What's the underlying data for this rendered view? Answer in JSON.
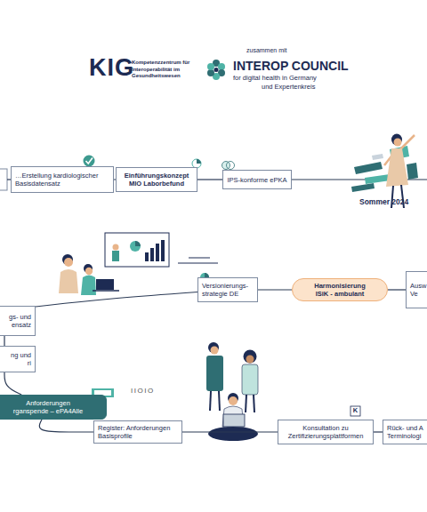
{
  "diagram": {
    "nodes": [
      {
        "text": [
          "…Erstellung kardiologischer Basisdatensatz"
        ]
      },
      {
        "text": [
          "Einführungskonzept MIO Laborbefund"
        ]
      },
      {
        "text": [
          "IPS-konforme ePKA"
        ]
      },
      {
        "text": [
          "Ausw Ve"
        ]
      },
      {
        "text": [
          "Harmonisierung ISiK - ambulant"
        ]
      },
      {
        "text": [
          "Versionierungs- strategie DE"
        ]
      },
      {
        "text": [
          "gs- und ensatz"
        ]
      },
      {
        "text": [
          "ng und ri"
        ]
      },
      {
        "text": [
          "Anforderungen rganspende – ePA4Alle"
        ]
      },
      {
        "text": [
          "Register: Anforderungen Basisprofile"
        ]
      },
      {
        "text": [
          "Konsultation zu Zertifizierungsplattformen"
        ]
      },
      {
        "text": [
          "Rück- und A Terminologi"
        ]
      }
    ],
    "edges": [
      {
        "from": 0,
        "to": 1,
        "arrow": "none"
      },
      {
        "from": 1,
        "to": 2,
        "arrow": "none"
      },
      {
        "from": 3,
        "to": 4,
        "arrow": "none"
      },
      {
        "from": 4,
        "to": 5,
        "arrow": "none"
      },
      {
        "from": 5,
        "to": 6,
        "arrow": "none"
      },
      {
        "from": 6,
        "to": 7,
        "arrow": "none"
      },
      {
        "from": 7,
        "to": 8,
        "arrow": "none"
      },
      {
        "from": 8,
        "to": 9,
        "arrow": "none"
      },
      {
        "from": 9,
        "to": 10,
        "arrow": "none"
      },
      {
        "from": 10,
        "to": 11,
        "arrow": "none"
      }
    ],
    "labels": [
      "KIG",
      "Kompetenzzentrum für Interoperabilität im Gesundheitswesen",
      "zusammen mit",
      "INTEROP COUNCIL",
      "for digital health in Germany",
      "und Expertenkreis",
      "Sommer 2024",
      "IIOIO",
      "K"
    ]
  }
}
